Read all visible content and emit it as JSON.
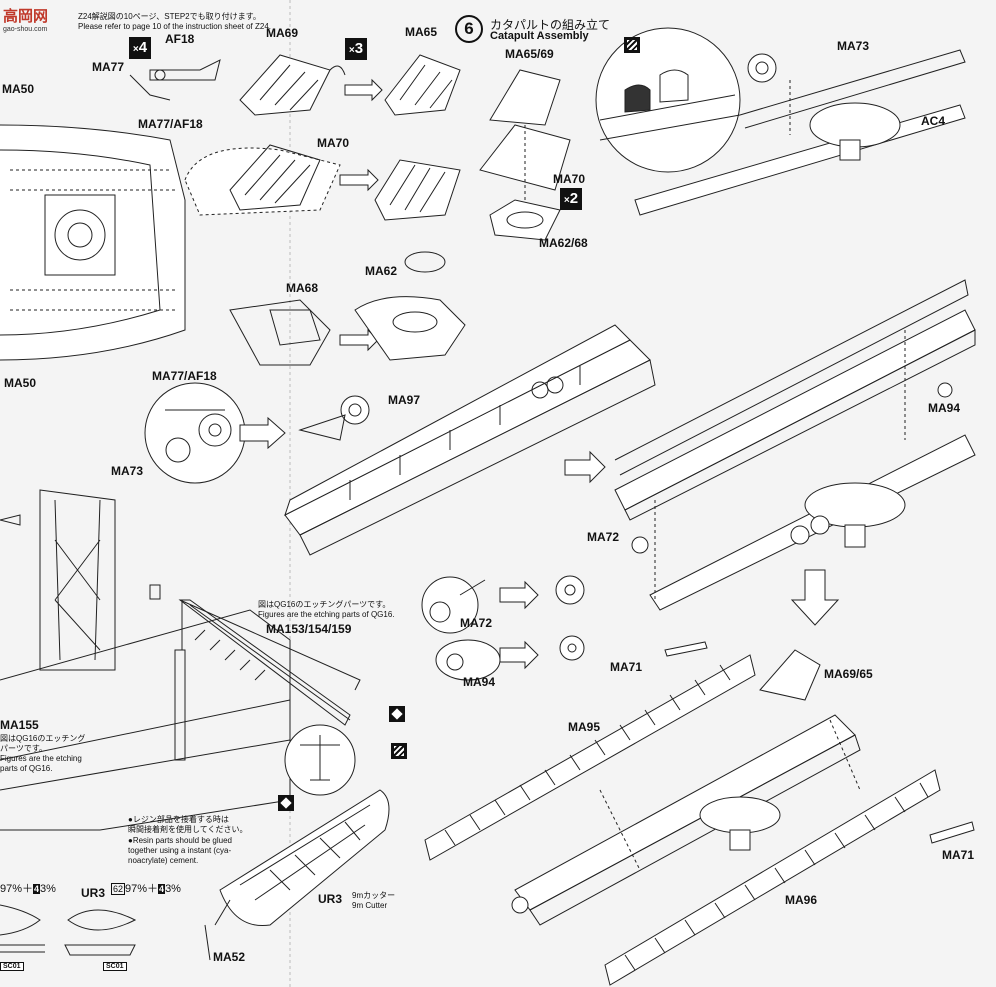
{
  "logo": {
    "chars": "高岡网",
    "sub": "gao-shou.com"
  },
  "note_top": {
    "jp": "Z24解説図の10ページ、STEP2でも取り付けます。",
    "en": "Please refer to page 10 of the instruction sheet of Z24."
  },
  "step": {
    "number": "6",
    "title_jp": "カタパルトの組み立て",
    "title_en": "Catapult Assembly"
  },
  "multipliers": {
    "x4": "4",
    "x3": "3",
    "x2": "2",
    "x_sign": "×"
  },
  "parts": {
    "af18": "AF18",
    "ma77": "MA77",
    "ma50a": "MA50",
    "ma50b": "MA50",
    "ma77af18a": "MA77/AF18",
    "ma77af18b": "MA77/AF18",
    "ma69": "MA69",
    "ma65": "MA65",
    "ma70a": "MA70",
    "ma6569": "MA65/69",
    "ma70b": "MA70",
    "ma6268": "MA62/68",
    "ma73a": "MA73",
    "ac4": "AC4",
    "ma62": "MA62",
    "ma68": "MA68",
    "ma97": "MA97",
    "ma73b": "MA73",
    "ma94a": "MA94",
    "ma72a": "MA72",
    "ma72b": "MA72",
    "ma94b": "MA94",
    "ma71a": "MA71",
    "ma6965": "MA69/65",
    "ma95": "MA95",
    "ma71b": "MA71",
    "ma96": "MA96",
    "ma153": "MA153/154/159",
    "ma155": "MA155",
    "ur3a": "UR3",
    "ur3b": "UR3",
    "ma52": "MA52"
  },
  "etch_note_right": {
    "jp": "図はQG16のエッチングパーツです。",
    "en": "Figures are the etching parts of QG16."
  },
  "etch_note_left": {
    "l1": "図はQG16のエッチング",
    "l2": "パーツです。",
    "l3": "Figures are the etching",
    "l4": "parts of QG16."
  },
  "resin_note": {
    "jp1": "●レジン部品を接着する時は",
    "jp2": "瞬間接着剤を使用してください。",
    "en1": "●Resin parts should be glued",
    "en2": "together using a instant (cya-",
    "en3": "noacrylate) cement."
  },
  "cutter": {
    "jp": "9mカッター",
    "en": "9m Cutter"
  },
  "paint": {
    "left_tail": "97%＋",
    "left_code": "4",
    "left_pct": "3%",
    "right_code_a": "62",
    "right_a": "97%＋",
    "right_code_b": "4",
    "right_b": "3%"
  },
  "sc": {
    "a": "SC01",
    "b": "SC01"
  }
}
